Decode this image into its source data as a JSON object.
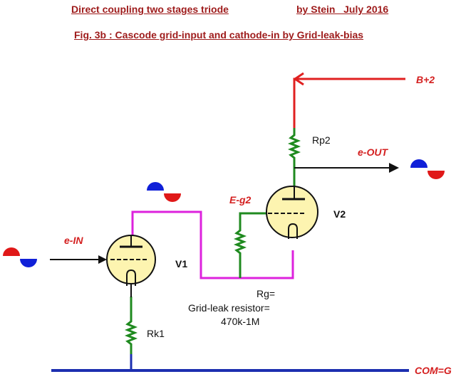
{
  "header": {
    "title_line": "Direct coupling two stages triode",
    "author_line": "by Stein   July 2016",
    "subtitle": "Fig. 3b : Cascode grid-input and cathode-in by Grid-leak-bias"
  },
  "labels": {
    "supply": "B+2",
    "output": "e-OUT",
    "input": "e-IN",
    "grid2": "E-g2",
    "tube1": "V1",
    "tube2": "V2",
    "plate_resistor": "Rp2",
    "cathode_resistor": "Rk1",
    "rg_line1": "Rg=",
    "rg_line2": "Grid-leak resistor=",
    "rg_line3": "470k-1M",
    "ground": "COM=G"
  },
  "colors": {
    "title": "#9e1b1b",
    "label_red": "#d42020",
    "supply_wire": "#e02020",
    "resistor": "#1f8a1f",
    "coupling_wire": "#dd22dd",
    "ground_bus": "#1c2fb0",
    "tube_fill": "#fdf4b0",
    "signal_red": "#e01818",
    "signal_blue": "#1020d8"
  }
}
